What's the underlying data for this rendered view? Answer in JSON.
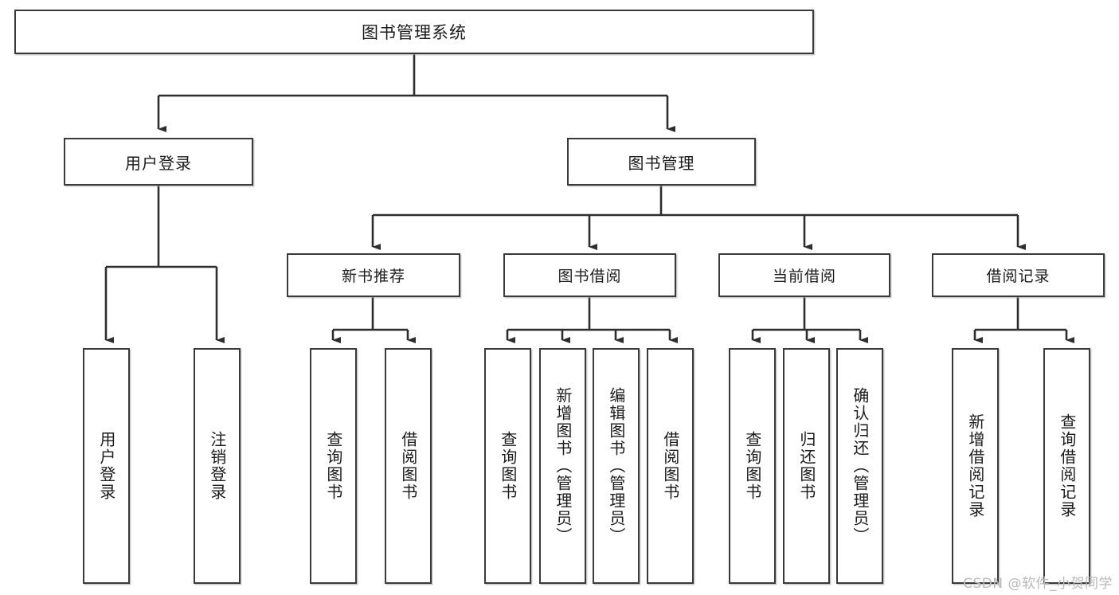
{
  "diagram": {
    "title": "图书管理系统",
    "type": "tree-hierarchy",
    "stroke_color": "#3a3a3a",
    "fill_color": "#ffffff",
    "text_color": "#1b1b1b",
    "watermark": "CSDN @软件_小贺同学",
    "root": {
      "label": "图书管理系统"
    },
    "level1": [
      {
        "label": "用户登录"
      },
      {
        "label": "图书管理"
      }
    ],
    "level2": [
      {
        "label": "新书推荐"
      },
      {
        "label": "图书借阅"
      },
      {
        "label": "当前借阅"
      },
      {
        "label": "借阅记录"
      }
    ],
    "leaves": {
      "user_login": [
        {
          "label": "用户登录"
        },
        {
          "label": "注销登录"
        }
      ],
      "new_book_recommend": [
        {
          "label": "查询图书"
        },
        {
          "label": "借阅图书"
        }
      ],
      "book_borrow": [
        {
          "label": "查询图书"
        },
        {
          "label": "新增图书（管理员）"
        },
        {
          "label": "编辑图书（管理员）"
        },
        {
          "label": "借阅图书"
        }
      ],
      "current_borrow": [
        {
          "label": "查询图书"
        },
        {
          "label": "归还图书"
        },
        {
          "label": "确认归还（管理员）"
        }
      ],
      "borrow_record": [
        {
          "label": "新增借阅记录"
        },
        {
          "label": "查询借阅记录"
        }
      ]
    }
  }
}
